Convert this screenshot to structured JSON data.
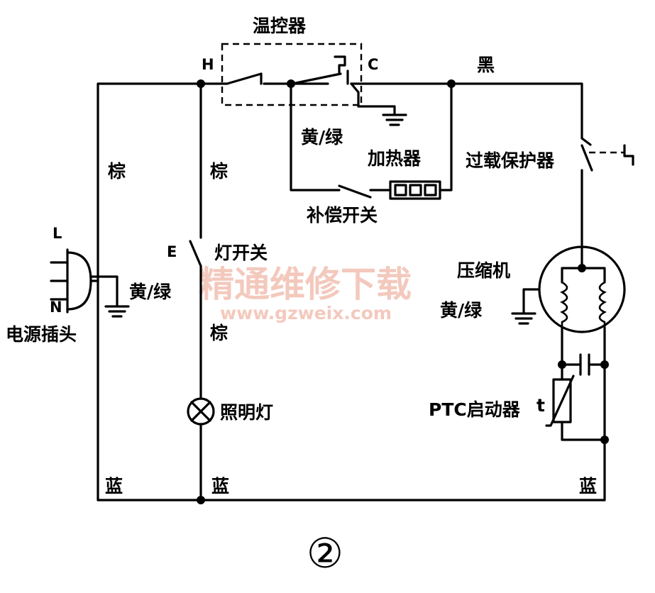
{
  "labels": {
    "thermostat": "温控器",
    "h": "H",
    "c": "C",
    "black": "黑",
    "brown_left": "棕",
    "brown_mid": "棕",
    "brown_lower": "棕",
    "yg_top": "黄/绿",
    "heater": "加热器",
    "overload": "过载保护器",
    "comp_switch": "补偿开关",
    "l": "L",
    "e": "E",
    "n": "N",
    "light_switch": "灯开关",
    "yg_plug": "黄/绿",
    "plug": "电源插头",
    "compressor": "压缩机",
    "yg_comp": "黄/绿",
    "lamp": "照明灯",
    "ptc": "PTC启动器",
    "t": "t",
    "blue_left": "蓝",
    "blue_mid": "蓝",
    "blue_right": "蓝",
    "figure": "②"
  },
  "watermark": {
    "cn": "精通维修下载",
    "url": "www.gzweix.com"
  }
}
